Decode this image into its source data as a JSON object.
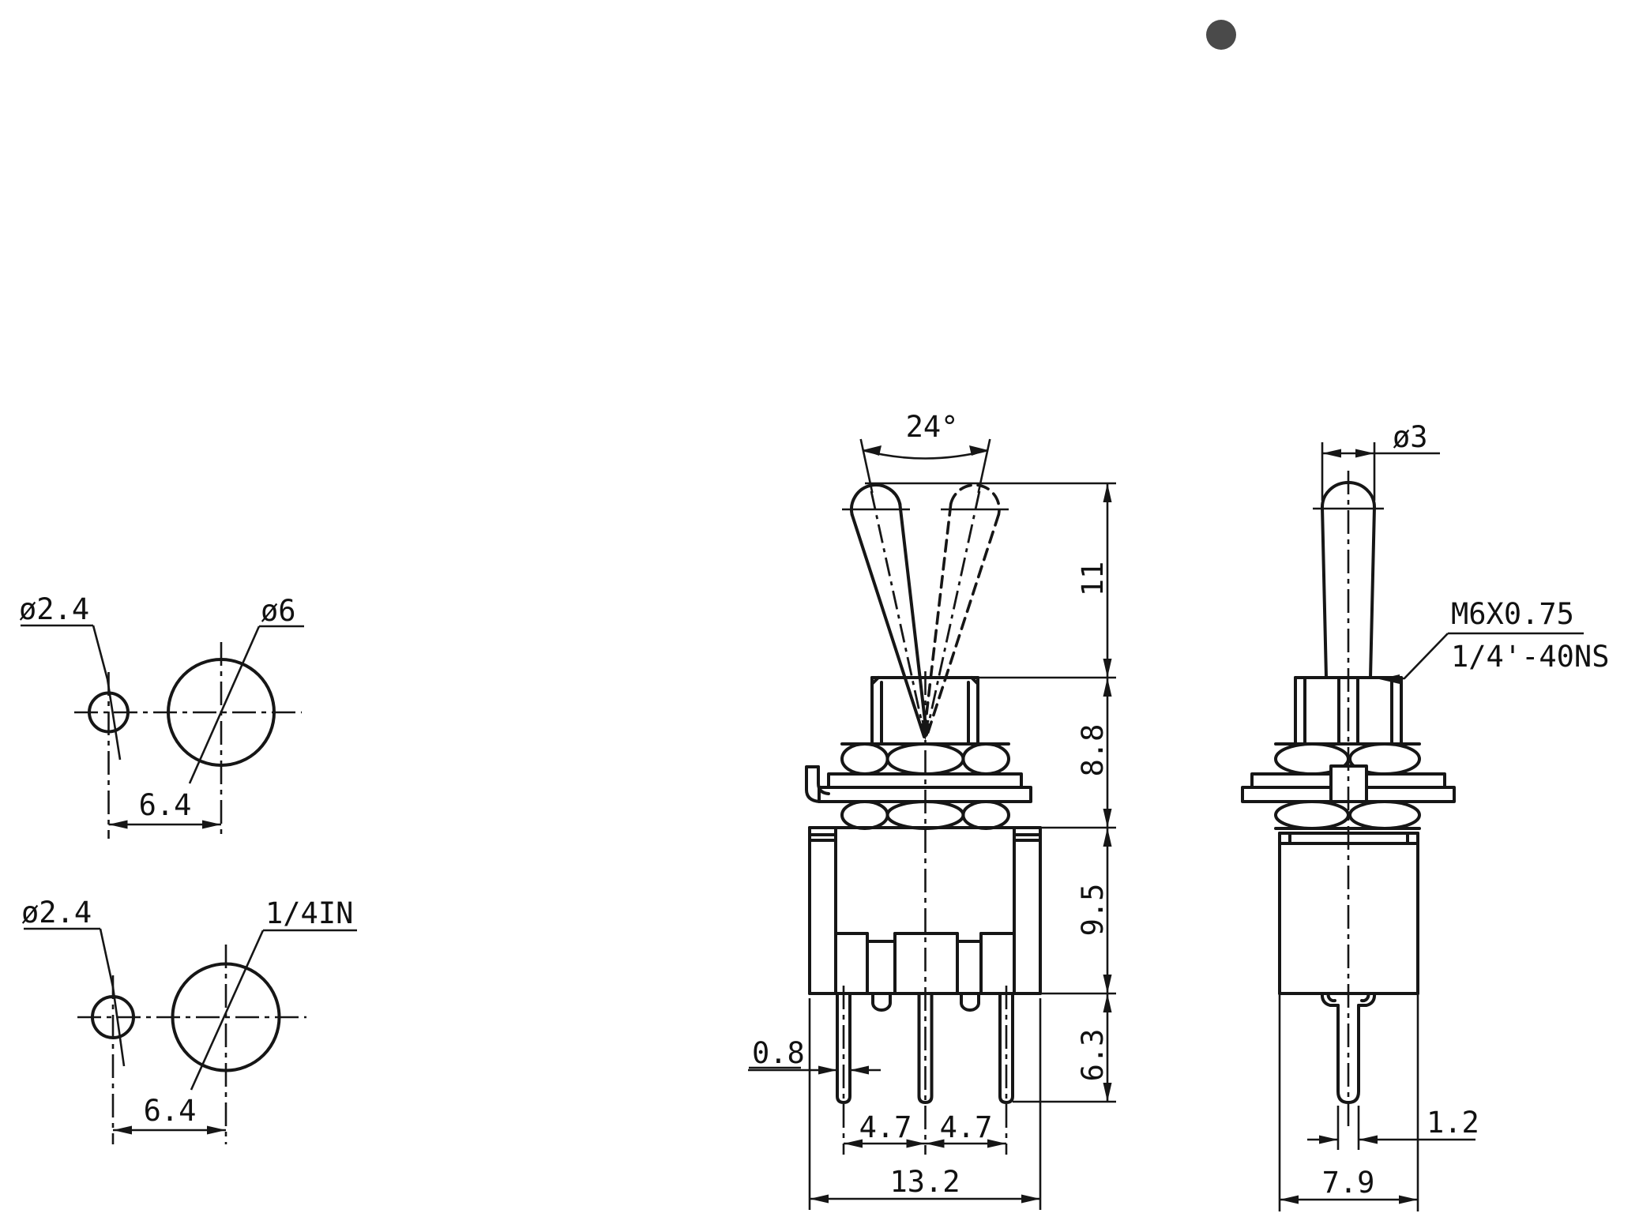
{
  "colors": {
    "line": "#161616",
    "marker_dot": "#4a4a4a",
    "background": "#ffffff"
  },
  "views": {
    "panel_cutout_top": {
      "labels": {
        "hole_small": "ø2.4",
        "hole_large": "ø6",
        "spacing": "6.4"
      }
    },
    "panel_cutout_bottom": {
      "labels": {
        "hole_small": "ø2.4",
        "hole_large": "1/4IN",
        "spacing": "6.4"
      }
    },
    "front_view": {
      "labels": {
        "throw_angle": "24°",
        "actuator_length": "11",
        "bushing_height": "8.8",
        "body_height": "9.5",
        "terminal_length": "6.3",
        "terminal_thickness": "0.8",
        "terminal_pitch_left": "4.7",
        "terminal_pitch_right": "4.7",
        "body_width": "13.2"
      }
    },
    "side_view": {
      "labels": {
        "actuator_diameter": "ø3",
        "thread_spec_metric": "M6X0.75",
        "thread_spec_imperial": "1/4'-40NS",
        "terminal_width": "1.2",
        "body_depth": "7.9"
      }
    }
  }
}
